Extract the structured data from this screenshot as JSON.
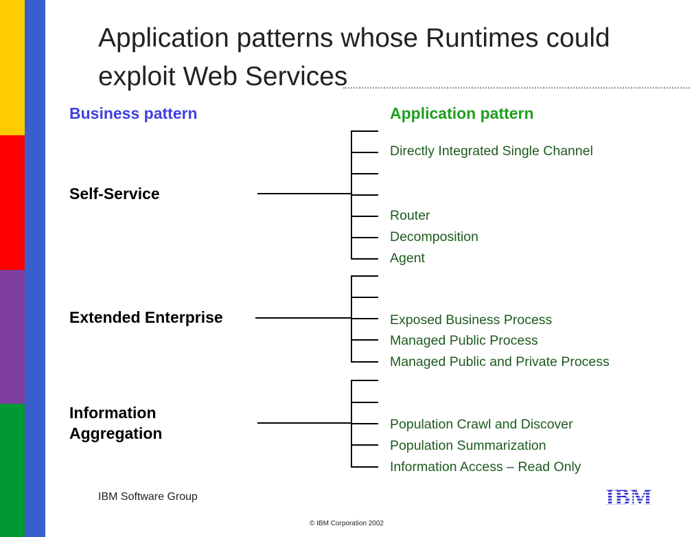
{
  "slide": {
    "title": "Application patterns whose Runtimes could exploit Web Services",
    "colors": {
      "stripe_yellow": "#ffcc00",
      "stripe_red": "#ff0000",
      "stripe_purple": "#7f3fa0",
      "stripe_green": "#009933",
      "bar_blue": "#3a5fcd",
      "business_header": "#3f3fe0",
      "application_header": "#1e9e1e",
      "application_text": "#1e5a1e"
    }
  },
  "headers": {
    "business": "Business pattern",
    "application": "Application pattern"
  },
  "groups": [
    {
      "business": "Self-Service",
      "applications": [
        "Directly Integrated Single Channel",
        "Router",
        "Decomposition",
        "Agent"
      ]
    },
    {
      "business": "Extended Enterprise",
      "applications": [
        "Exposed Business Process",
        "Managed Public Process",
        "Managed Public and Private Process"
      ]
    },
    {
      "business": "Information Aggregation",
      "applications": [
        "Population Crawl and Discover",
        "Population Summarization",
        "Information Access – Read Only"
      ]
    }
  ],
  "footer": {
    "group": "IBM Software Group",
    "copyright": "© IBM Corporation 2002",
    "logo": "IBM"
  }
}
